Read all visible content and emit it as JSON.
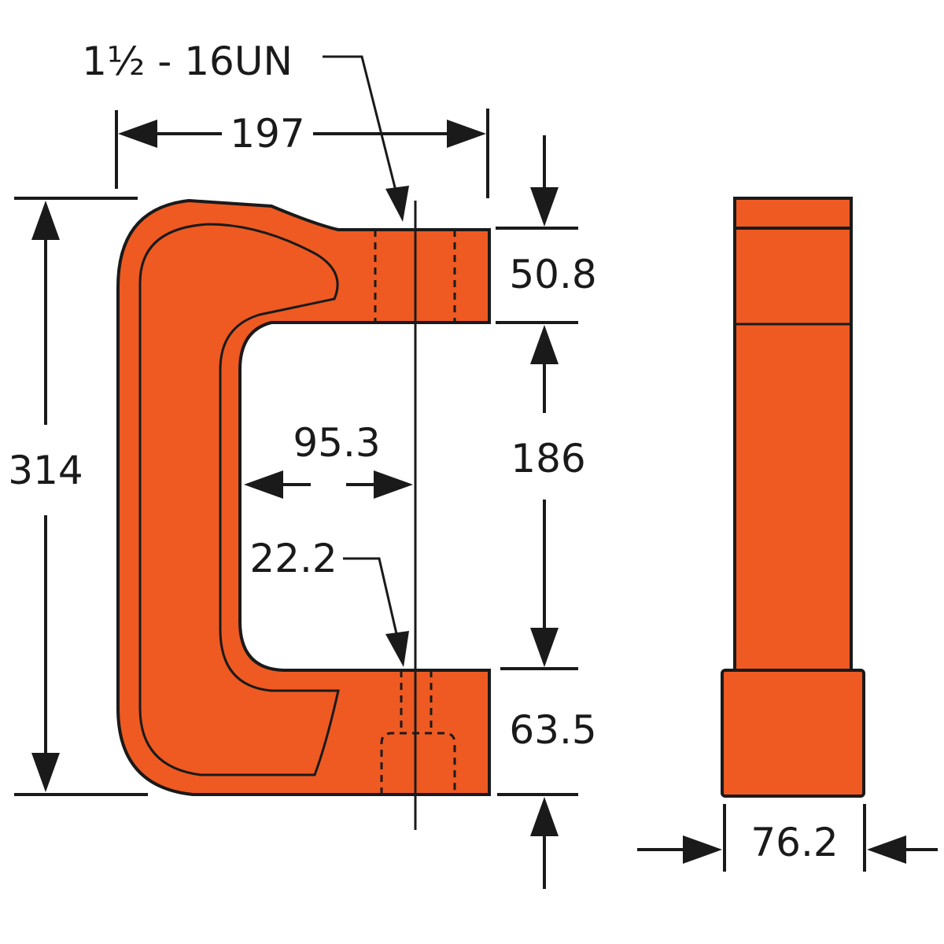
{
  "diagram": {
    "colors": {
      "body": "#ee5a22",
      "outline": "#1a1a1a",
      "background": "#ffffff"
    },
    "labels": {
      "thread": "1½ - 16UN",
      "overall_width": "197",
      "overall_height": "314",
      "upper_jaw_thickness": "50.8",
      "opening_height": "186",
      "throat_depth": "95.3",
      "hole_diameter": "22.2",
      "lower_jaw_thickness": "63.5",
      "side_width": "76.2"
    }
  }
}
